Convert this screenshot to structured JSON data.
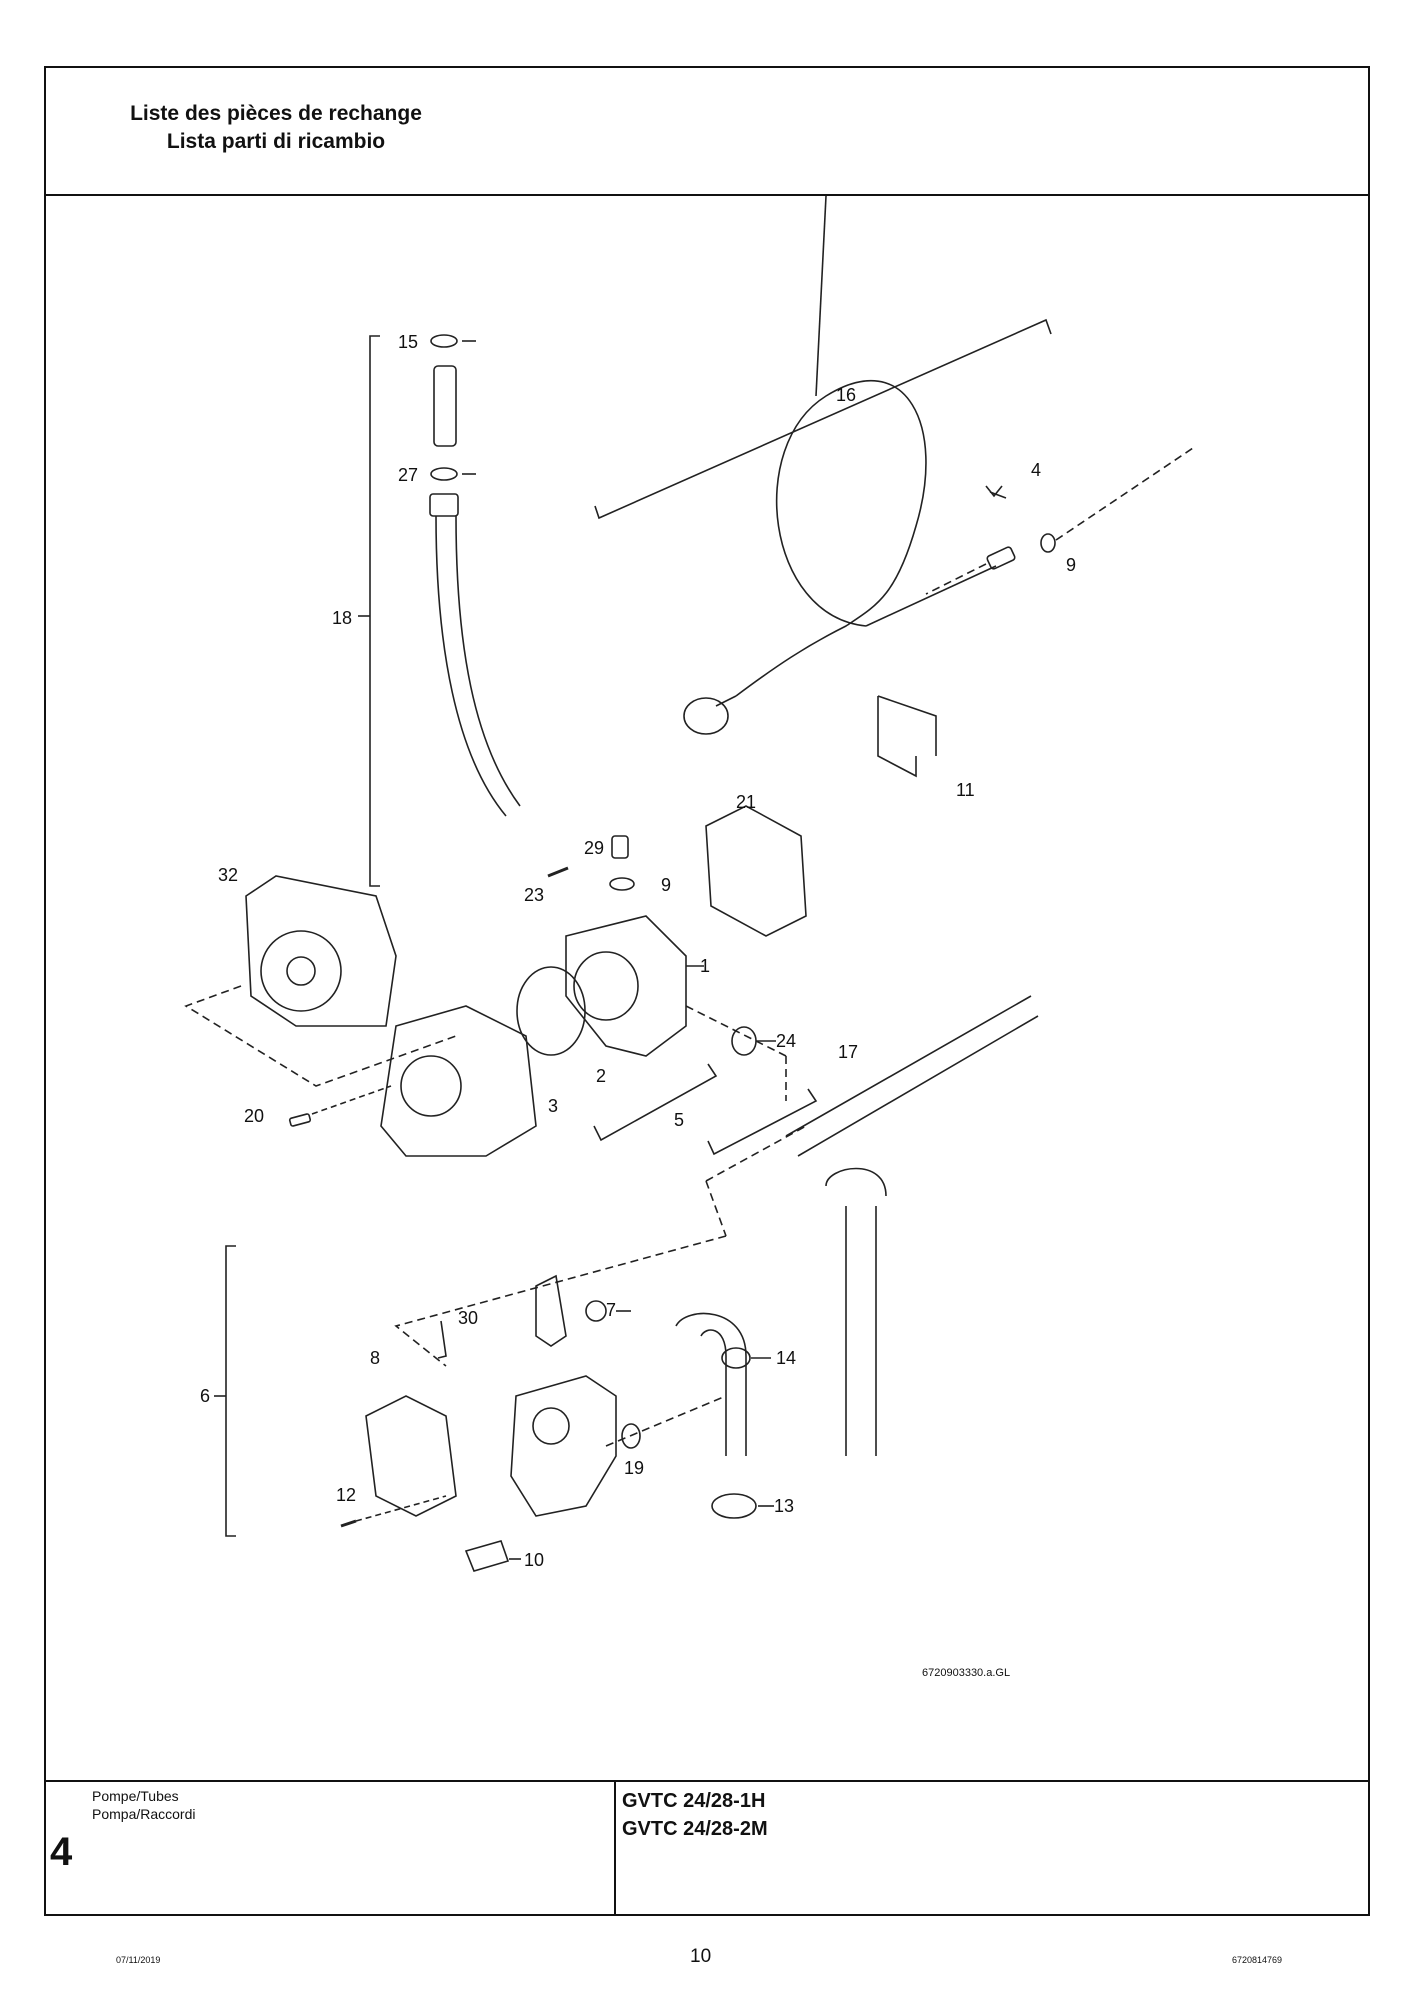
{
  "header": {
    "title_fr": "Liste des pièces de rechange",
    "title_it": "Lista parti di ricambio"
  },
  "drawing": {
    "drawing_ref": "6720903330.a.GL",
    "part_labels": [
      "15",
      "27",
      "18",
      "16",
      "4",
      "9",
      "11",
      "21",
      "29",
      "9",
      "23",
      "32",
      "1",
      "24",
      "17",
      "2",
      "5",
      "3",
      "20",
      "7",
      "30",
      "6",
      "8",
      "14",
      "19",
      "13",
      "12",
      "10"
    ]
  },
  "footer": {
    "category_fr": "Pompe/Tubes",
    "category_it": "Pompa/Raccordi",
    "section_number": "4",
    "model_1": "GVTC 24/28-1H",
    "model_2": "GVTC 24/28-2M"
  },
  "page": {
    "date": "07/11/2019",
    "page_number": "10",
    "doc_code": "6720814769"
  }
}
